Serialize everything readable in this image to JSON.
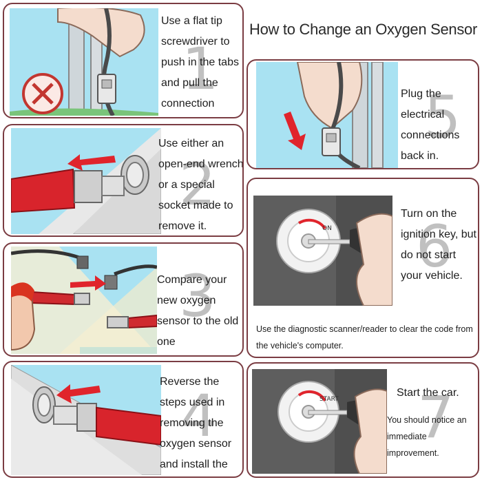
{
  "title": "How to Change an Oxygen Sensor",
  "steps": [
    {
      "number": "1",
      "text": "Use a flat tip screwdriver to push in the tabs and pull the connection apart."
    },
    {
      "number": "2",
      "text": "Use either an open-end wrench or a special socket made to remove it."
    },
    {
      "number": "3",
      "text": "Compare your new oxygen sensor to the old one"
    },
    {
      "number": "4",
      "text": "Reverse the steps used in removing the oxygen sensor and install the new part."
    },
    {
      "number": "5",
      "text": "Plug the electrical connections back in."
    },
    {
      "number": "6",
      "text": "Turn on the ignition key, but do not start your vehicle."
    },
    {
      "number": "7",
      "text": "Start the car."
    }
  ],
  "step6_note": "Use the diagnostic scanner/reader to clear the code from the vehicle's computer.",
  "step7_note": "You should notice an immediate improvement.",
  "key_labels": {
    "on": "ON",
    "start": "START"
  },
  "colors": {
    "border": "#7a3c42",
    "sky": "#a9e2f2",
    "red": "#e0242c",
    "number": "#8c8c8c"
  }
}
